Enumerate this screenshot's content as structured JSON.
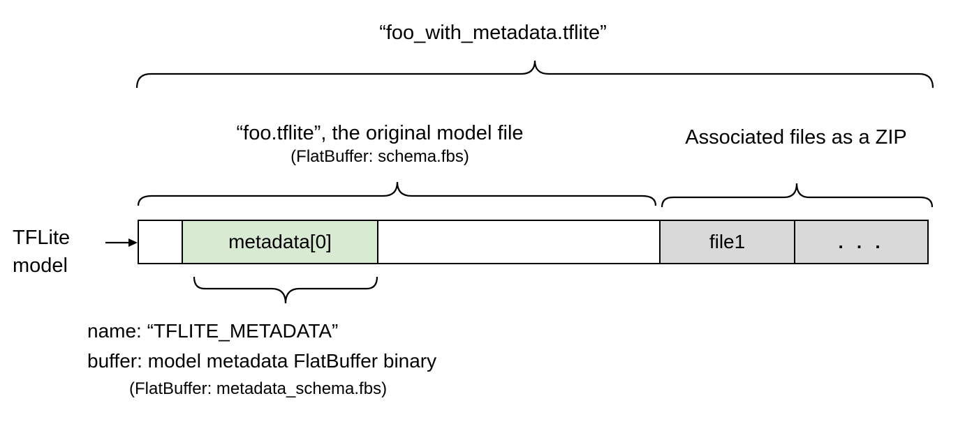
{
  "title": "“foo_with_metadata.tflite”",
  "sections": {
    "model": {
      "label": "“foo.tflite”, the original model file",
      "sublabel": "(FlatBuffer: schema.fbs)"
    },
    "zip": {
      "label": "Associated files as a ZIP"
    }
  },
  "bar": {
    "pointer_label": {
      "line1": "TFLite",
      "line2": "model"
    },
    "cells": [
      {
        "label": "",
        "type": "empty"
      },
      {
        "label": "metadata[0]",
        "type": "metadata-buffer",
        "color": "#d9ead3"
      },
      {
        "label": "",
        "type": "empty"
      },
      {
        "label": "file1",
        "type": "associated-file",
        "color": "#d9d9d9"
      },
      {
        "label": ". . .",
        "type": "more-files",
        "color": "#d9d9d9"
      }
    ]
  },
  "annotation": {
    "line1": "name: “TFLITE_METADATA”",
    "line2": "buffer: model metadata FlatBuffer binary",
    "line3": "(FlatBuffer: metadata_schema.fbs)"
  },
  "colors": {
    "metadata_fill": "#d9ead3",
    "file_fill": "#d9d9d9",
    "line": "#000000",
    "background": "#ffffff"
  }
}
